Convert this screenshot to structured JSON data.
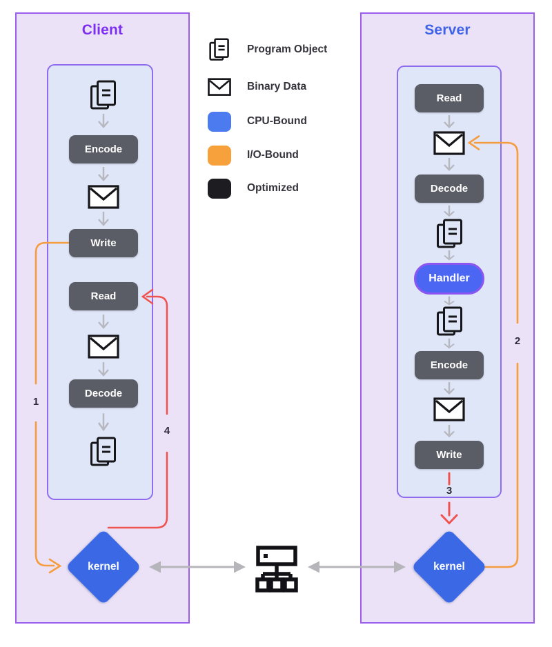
{
  "diagram": {
    "client": {
      "title": "Client",
      "steps": {
        "encode": "Encode",
        "write": "Write",
        "read": "Read",
        "decode": "Decode"
      },
      "kernel_label": "kernel"
    },
    "server": {
      "title": "Server",
      "steps": {
        "read": "Read",
        "decode": "Decode",
        "handler": "Handler",
        "encode": "Encode",
        "write": "Write"
      },
      "kernel_label": "kernel"
    },
    "legend": {
      "items": [
        {
          "label": "Program Object",
          "marker": "program-object-icon"
        },
        {
          "label": "Binary Data",
          "marker": "binary-data-icon"
        },
        {
          "label": "CPU-Bound",
          "marker": "swatch",
          "color": "#4c7bf0"
        },
        {
          "label": "I/O-Bound",
          "marker": "swatch",
          "color": "#f6a13c"
        },
        {
          "label": "Optimized",
          "marker": "swatch",
          "color": "#1d1c21"
        }
      ]
    },
    "sequence_labels": {
      "one": "1",
      "two": "2",
      "three": "3",
      "four": "4"
    },
    "colors": {
      "client_title": "#7c2ff2",
      "server_title": "#3f63e8",
      "panel_border": "#9a5ded",
      "panel_fill": "#ebe2f8",
      "flowbox_fill": "#dfe6f8",
      "node_gray": "#5a5d65",
      "kernel_blue": "#3b69e6",
      "handler_fill": "#4b66f2",
      "handler_border": "#8a55f0",
      "io_path_orange": "#f59d3e",
      "return_path_red": "#f0534f",
      "link_gray": "#b5b5ba"
    }
  }
}
